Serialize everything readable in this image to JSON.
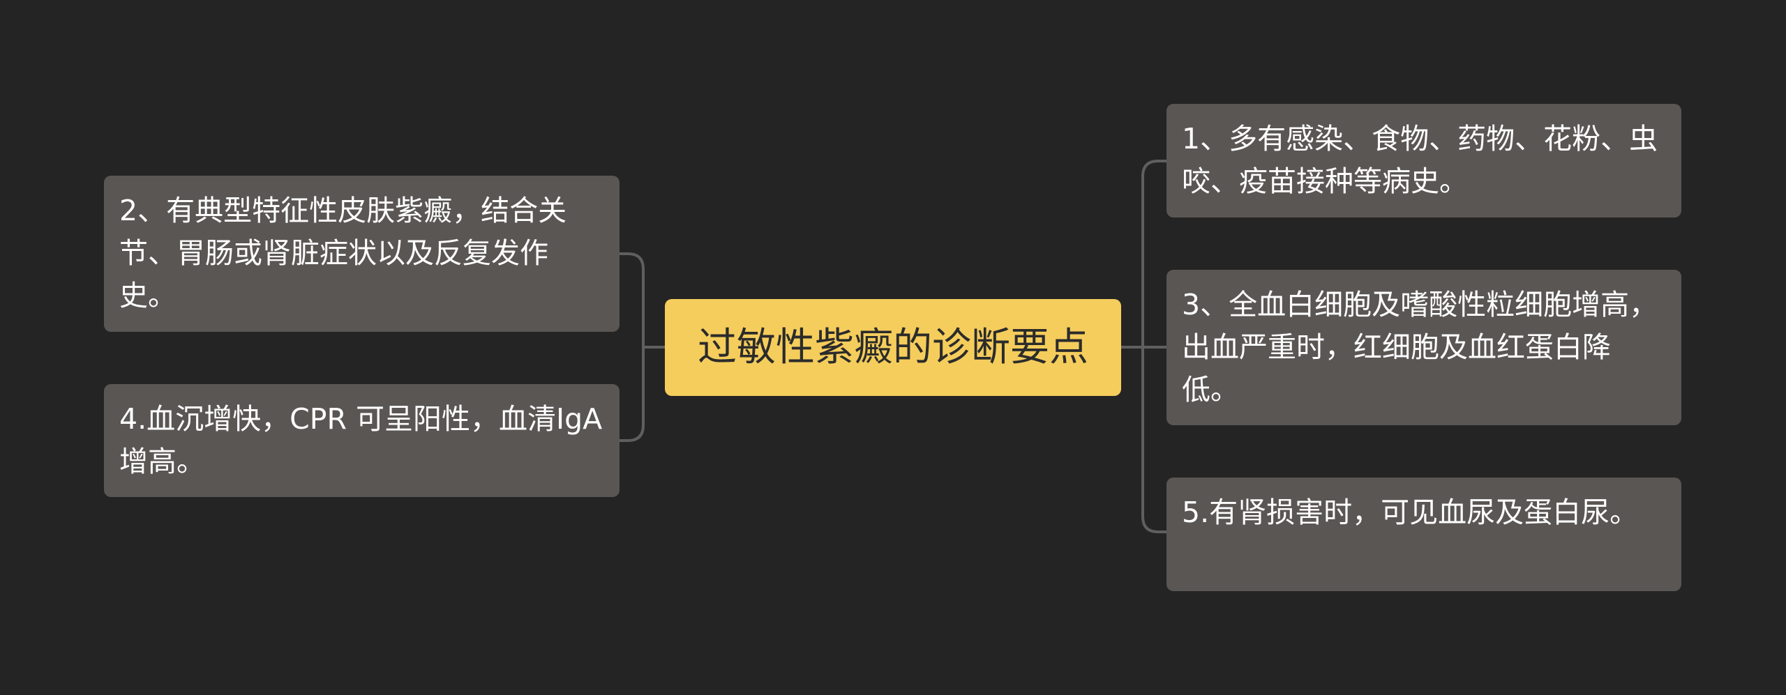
{
  "mindmap": {
    "root": {
      "label": "过敏性紫癜的诊断要点"
    },
    "left_branches": [
      {
        "label": "2、有典型特征性皮肤紫癜，结合关节、胃肠或肾脏症状以及反复发作史。"
      },
      {
        "label": "4.血沉增快，CPR 可呈阳性，血清IgA 增高。"
      }
    ],
    "right_branches": [
      {
        "label": "1、多有感染、食物、药物、花粉、虫咬、疫苗接种等病史。"
      },
      {
        "label": "3、全血白细胞及嗜酸性粒细胞增高，出血严重时，红细胞及血红蛋白降低。"
      },
      {
        "label": "5.有肾损害时，可见血尿及蛋白尿。"
      }
    ]
  },
  "colors": {
    "background": "#242424",
    "root_fill": "#f5cd5c",
    "node_fill": "#5a5654",
    "connector": "#5f5f5f",
    "node_text": "#ffffff",
    "root_text": "#2b2b2b"
  }
}
